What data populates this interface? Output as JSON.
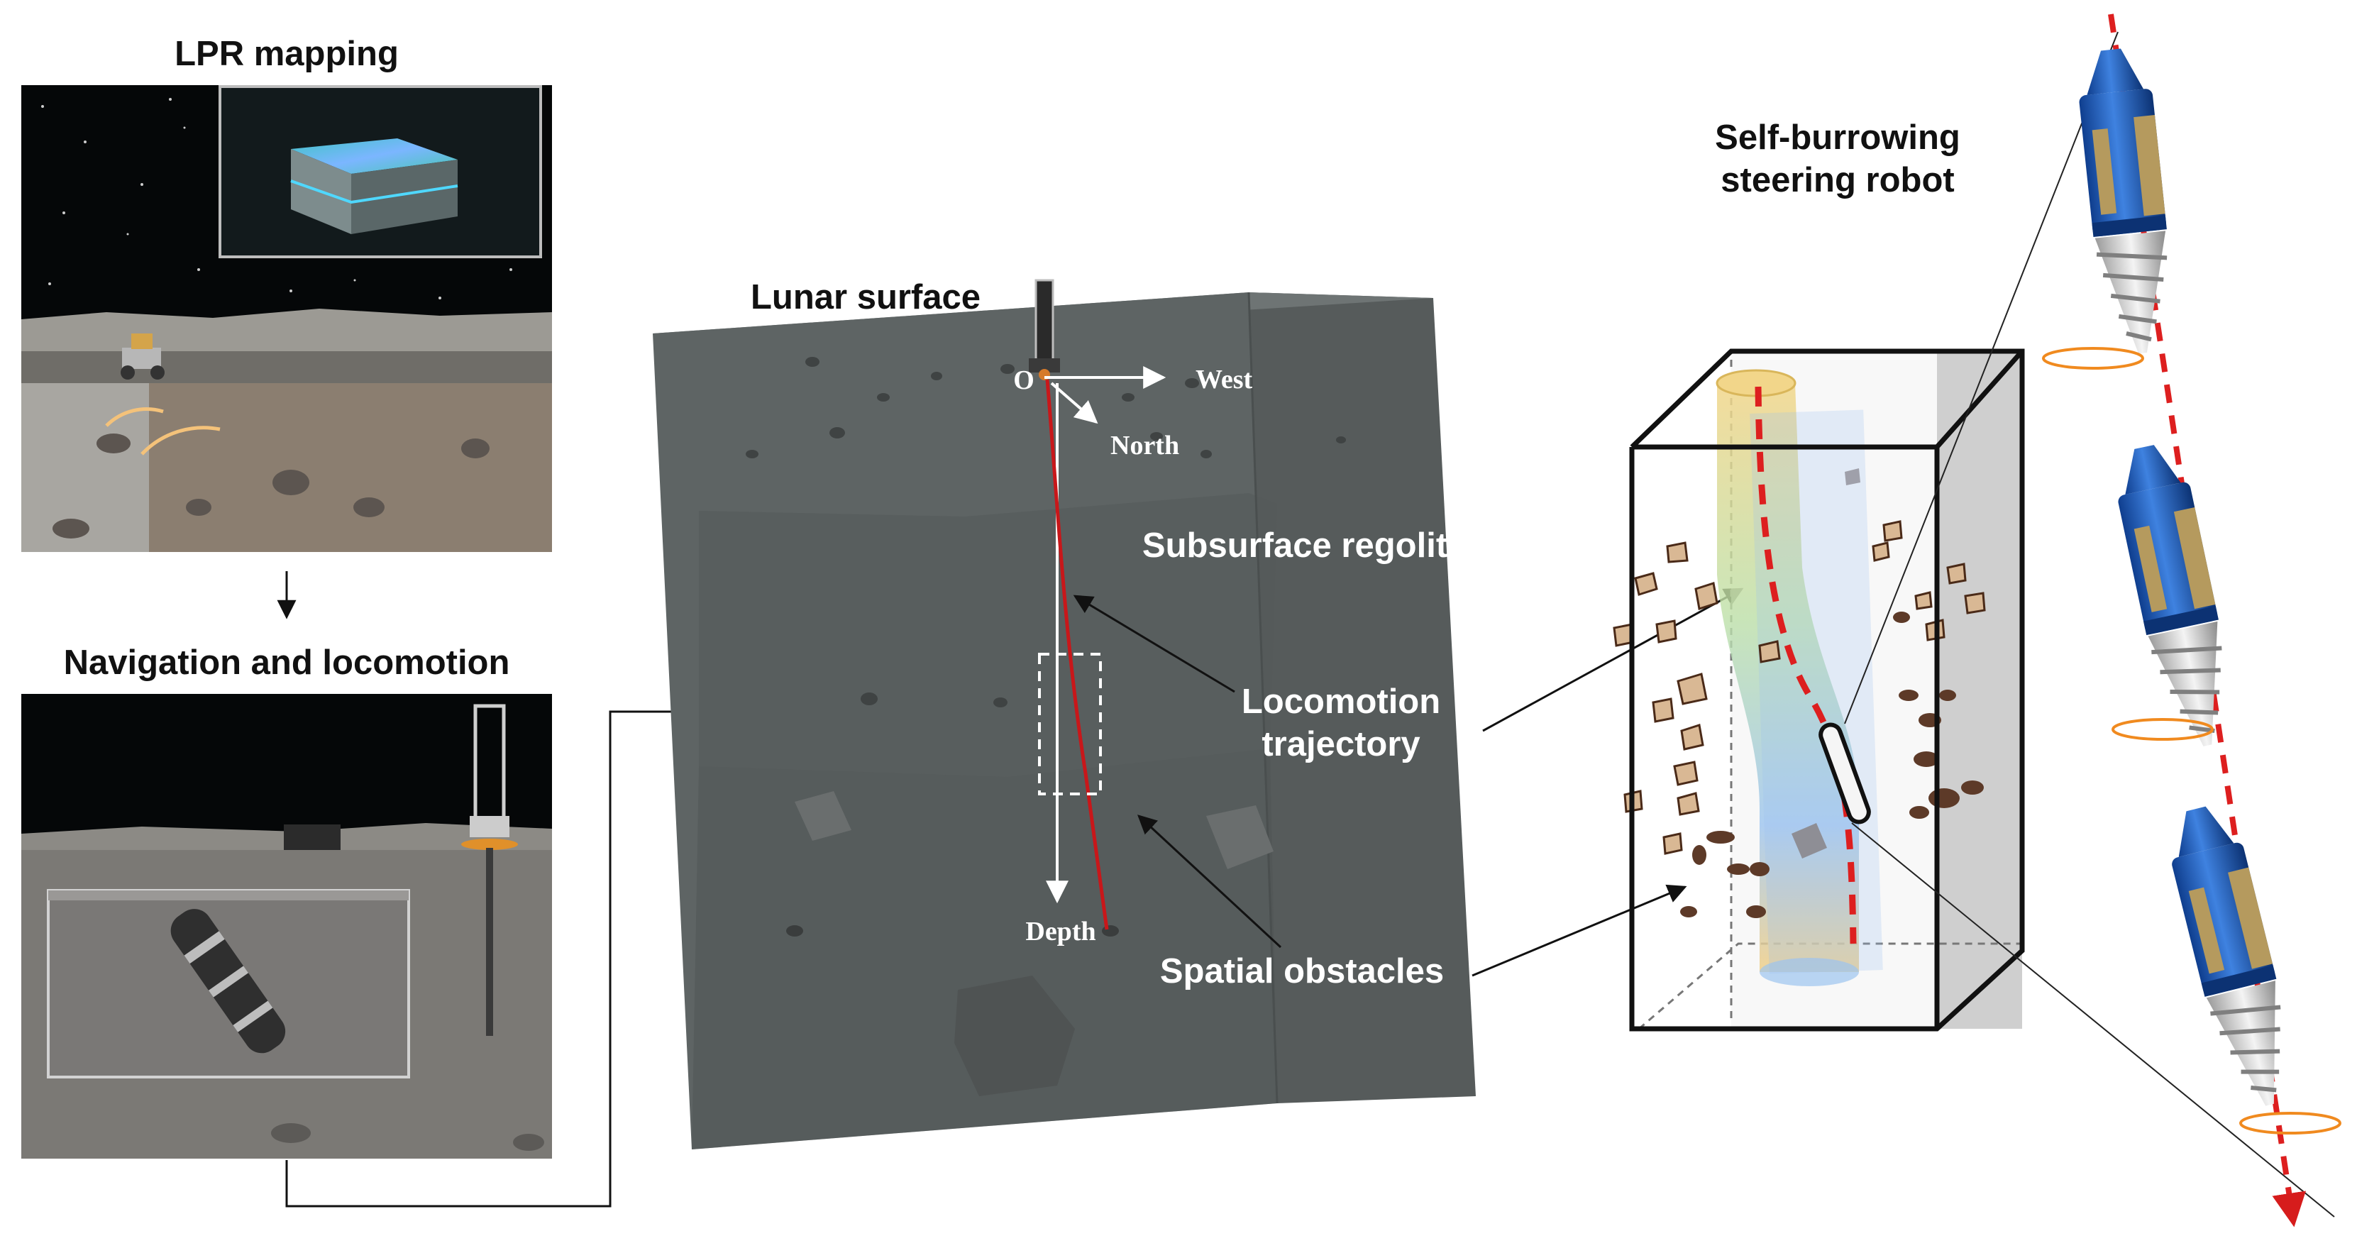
{
  "labels": {
    "lpr_mapping": "LPR mapping",
    "navigation": "Navigation and locomotion",
    "lunar_surface": "Lunar surface",
    "subsurface": "Subsurface regolith",
    "trajectory_line1": "Locomotion",
    "trajectory_line2": "trajectory",
    "obstacles": "Spatial obstacles",
    "robot_line1": "Self-burrowing",
    "robot_line2": "steering robot"
  },
  "axes": {
    "origin": "O",
    "west": "West",
    "north": "North",
    "depth": "Depth"
  },
  "colors": {
    "regolith_block": "#5a5f5f",
    "trajectory": "#d81a1a",
    "robot_body": "#1b56b8",
    "robot_fin": "#b59a5e",
    "rock_light": "#d9b894",
    "rock_dark": "#5d3a28"
  }
}
